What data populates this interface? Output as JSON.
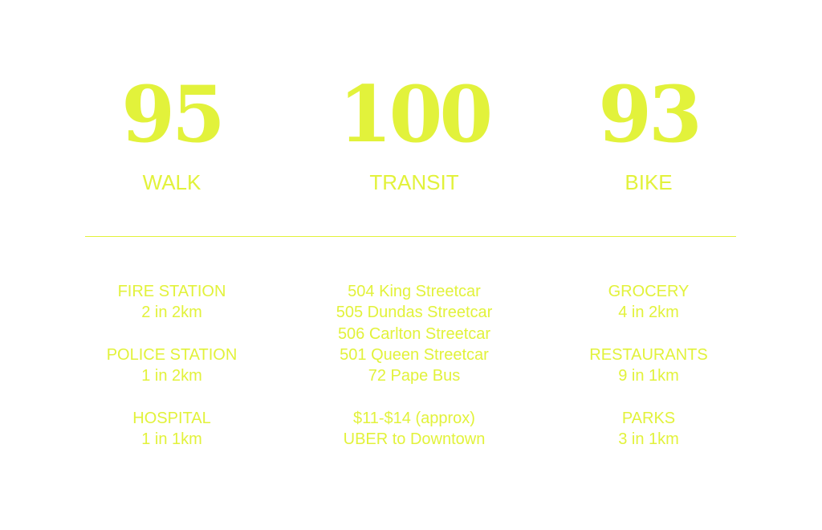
{
  "colors": {
    "accent": "#e2f23b",
    "background": "#ffffff"
  },
  "scores": [
    {
      "value": "95",
      "label": "WALK"
    },
    {
      "value": "100",
      "label": "TRANSIT"
    },
    {
      "value": "93",
      "label": "BIKE"
    }
  ],
  "walk": [
    {
      "title": "FIRE STATION",
      "detail": "2 in 2km"
    },
    {
      "title": "POLICE STATION",
      "detail": "1 in 2km"
    },
    {
      "title": "HOSPITAL",
      "detail": "1 in 1km"
    }
  ],
  "transit": {
    "routes": [
      "504 King Streetcar",
      "505 Dundas Streetcar",
      "506 Carlton Streetcar",
      "501 Queen Streetcar",
      "72 Pape Bus"
    ],
    "uber_price": "$11-$14 (approx)",
    "uber_label": "UBER to Downtown"
  },
  "bike": [
    {
      "title": "GROCERY",
      "detail": "4 in 2km"
    },
    {
      "title": "RESTAURANTS",
      "detail": "9 in 1km"
    },
    {
      "title": "PARKS",
      "detail": "3 in 1km"
    }
  ]
}
